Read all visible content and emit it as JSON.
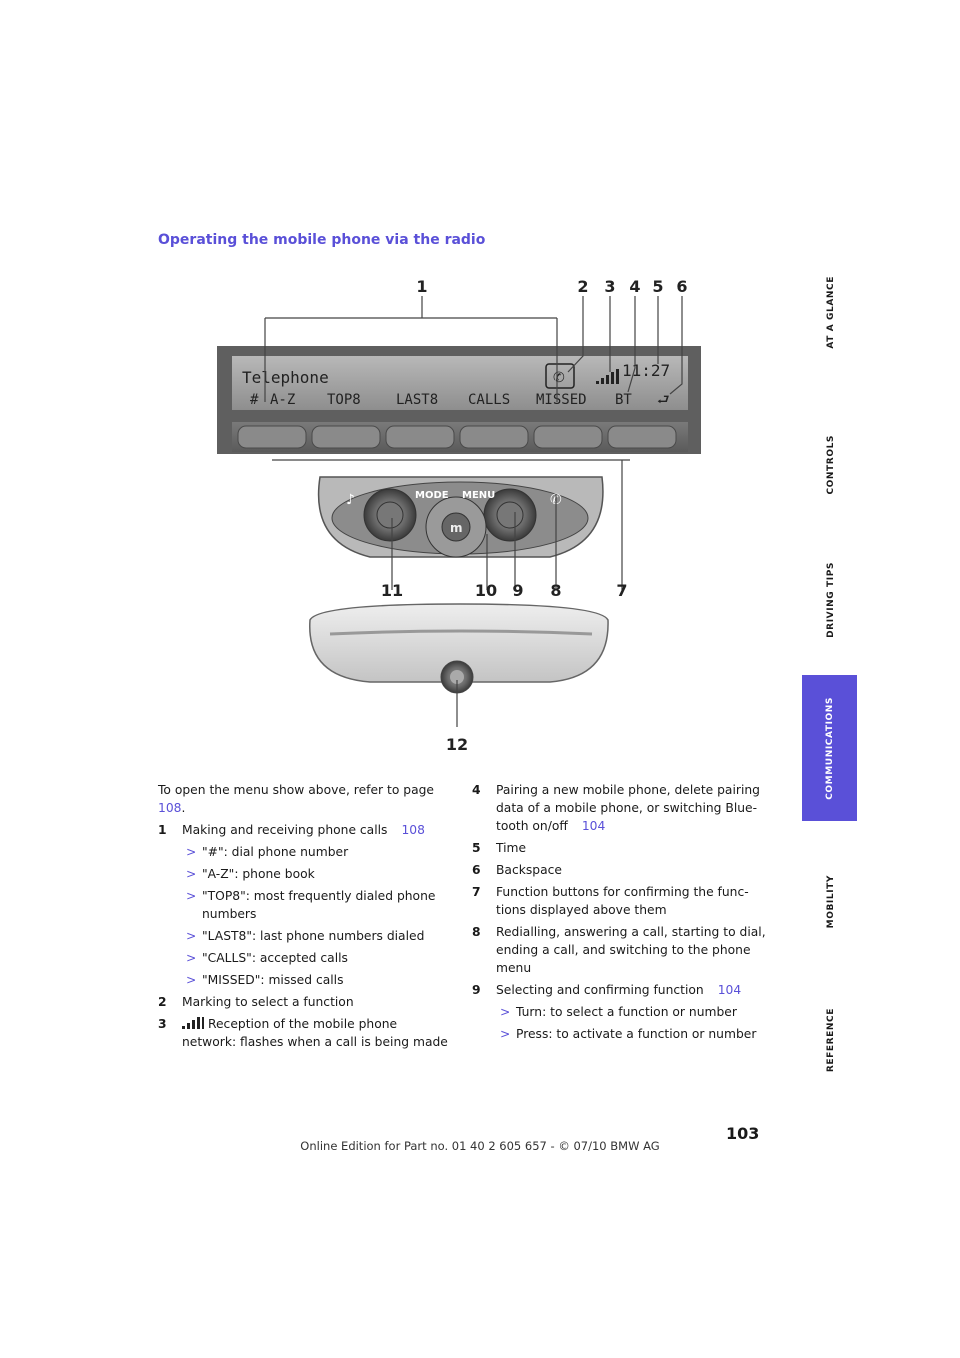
{
  "heading": "Operating the mobile phone via the radio",
  "side_tabs": [
    "AT A GLANCE",
    "CONTROLS",
    "DRIVING TIPS",
    "COMMUNICATIONS",
    "MOBILITY",
    "REFERENCE"
  ],
  "figure": {
    "display_line1": "Telephone",
    "display_time": "11:27",
    "display_menu": [
      "#",
      "A-Z",
      "TOP8",
      "LAST8",
      "CALLS",
      "MISSED",
      "BT"
    ],
    "knob_mode": "MODE",
    "knob_menu": "MENU",
    "knob_center": "m",
    "callouts": [
      "1",
      "2",
      "3",
      "4",
      "5",
      "6",
      "7",
      "8",
      "9",
      "10",
      "11",
      "12"
    ]
  },
  "intro": {
    "text": "To open the menu show above, refer to page",
    "page": "108",
    "end": "."
  },
  "items": [
    {
      "n": "1",
      "text": "Making and receiving phone calls",
      "ref": "108"
    },
    {
      "n": "2",
      "text": "Marking to select a function"
    },
    {
      "n": "3",
      "text": "Reception of the mobile phone network: flashes when a call is being made"
    },
    {
      "n": "4",
      "text": "Pairing a new mobile phone, delete pairing data of a mobile phone, or switching Blue-tooth on/off",
      "ref": "104"
    },
    {
      "n": "5",
      "text": "Time"
    },
    {
      "n": "6",
      "text": "Backspace"
    },
    {
      "n": "7",
      "text": "Function buttons for confirming the func-tions displayed above them"
    },
    {
      "n": "8",
      "text": "Redialling, answering a call, starting to dial, ending a call, and switching to the phone menu"
    },
    {
      "n": "9",
      "text": "Selecting and confirming function",
      "ref": "104"
    }
  ],
  "item1_subs": [
    "\"#\": dial phone number",
    "\"A-Z\": phone book",
    "\"TOP8\": most frequently dialed phone numbers",
    "\"LAST8\": last phone numbers dialed",
    "\"CALLS\": accepted calls",
    "\"MISSED\": missed calls"
  ],
  "item9_subs": [
    "Turn: to select a function or number",
    "Press: to activate a function or number"
  ],
  "bullet": ">",
  "page_number": "103",
  "footer": "Online Edition for Part no. 01 40 2 605 657 - © 07/10 BMW AG"
}
